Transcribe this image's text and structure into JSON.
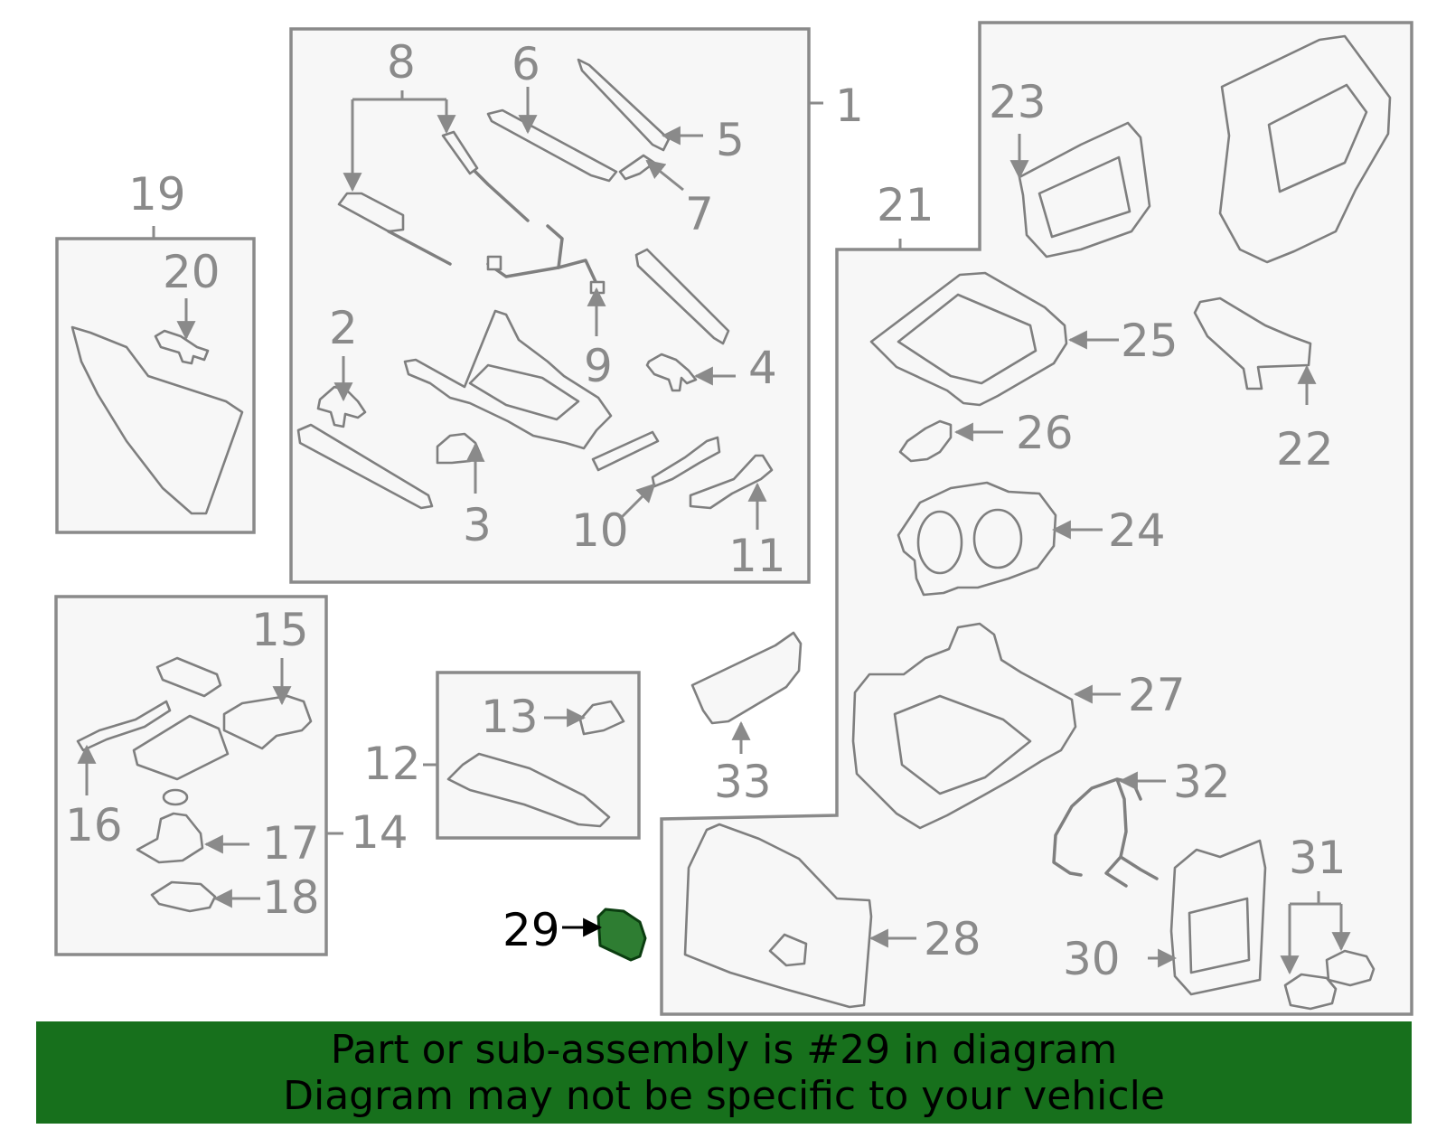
{
  "callouts": {
    "c1": "1",
    "c2": "2",
    "c3": "3",
    "c4": "4",
    "c5": "5",
    "c6": "6",
    "c7": "7",
    "c8": "8",
    "c9": "9",
    "c10": "10",
    "c11": "11",
    "c12": "12",
    "c13": "13",
    "c14": "14",
    "c15": "15",
    "c16": "16",
    "c17": "17",
    "c18": "18",
    "c19": "19",
    "c20": "20",
    "c21": "21",
    "c22": "22",
    "c23": "23",
    "c24": "24",
    "c25": "25",
    "c26": "26",
    "c27": "27",
    "c28": "28",
    "c29": "29",
    "c30": "30",
    "c31": "31",
    "c32": "32",
    "c33": "33"
  },
  "highlight": {
    "part_number": "29",
    "color": "#2e7d32"
  },
  "banner": {
    "line1": "Part or sub-assembly is #29 in diagram",
    "line2": "Diagram may not be specific to your vehicle",
    "background": "#17701c"
  },
  "colors": {
    "lines": "#8a8a8a",
    "part_fill": "#f7f7f7",
    "highlight_text": "#000000"
  }
}
